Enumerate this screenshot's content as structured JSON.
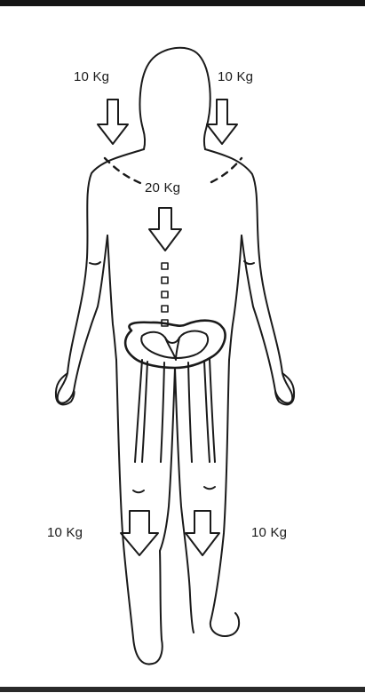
{
  "labels": {
    "left_shoulder": "10 Kg",
    "right_shoulder": "10 Kg",
    "trunk": "20 Kg",
    "left_leg": "10 Kg",
    "right_leg": "10 Kg"
  },
  "colors": {
    "ink": "#1a1a1a",
    "background": "#ffffff",
    "rule": "#151515"
  }
}
